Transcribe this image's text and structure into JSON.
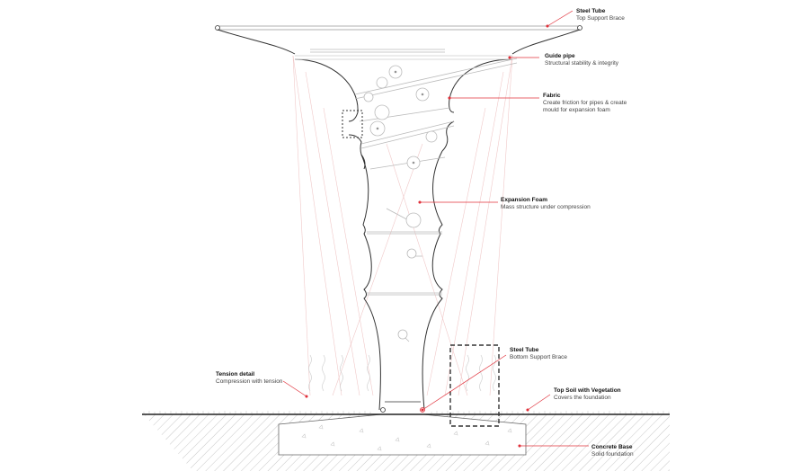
{
  "diagram": {
    "subject": "Foam-filled fabric column section with steel tube braces and concrete base",
    "colors": {
      "outline": "#333333",
      "light_line": "#bbbbbb",
      "leader": "#e0303a",
      "tension_line": "#f0c8c8",
      "hatch": "#c8c8c8"
    },
    "labels": [
      {
        "id": "steel-tube-top",
        "title": "Steel Tube",
        "desc": "Top Support Brace"
      },
      {
        "id": "guide-pipe",
        "title": "Guide pipe",
        "desc": "Structural stability & integrity"
      },
      {
        "id": "fabric",
        "title": "Fabric",
        "desc": "Create friction for pipes & create",
        "desc2": "mould for expansion foam"
      },
      {
        "id": "expansion-foam",
        "title": "Expansion Foam",
        "desc": "Mass structure under compression"
      },
      {
        "id": "tension-detail",
        "title": "Tension detail",
        "desc": "Compression with tension"
      },
      {
        "id": "steel-tube-bottom",
        "title": "Steel Tube",
        "desc": "Bottom Support Brace"
      },
      {
        "id": "top-soil",
        "title": "Top Soil with Vegetation",
        "desc": "Covers the foundation"
      },
      {
        "id": "concrete-base",
        "title": "Concrete Base",
        "desc": "Solid foundation"
      }
    ]
  }
}
